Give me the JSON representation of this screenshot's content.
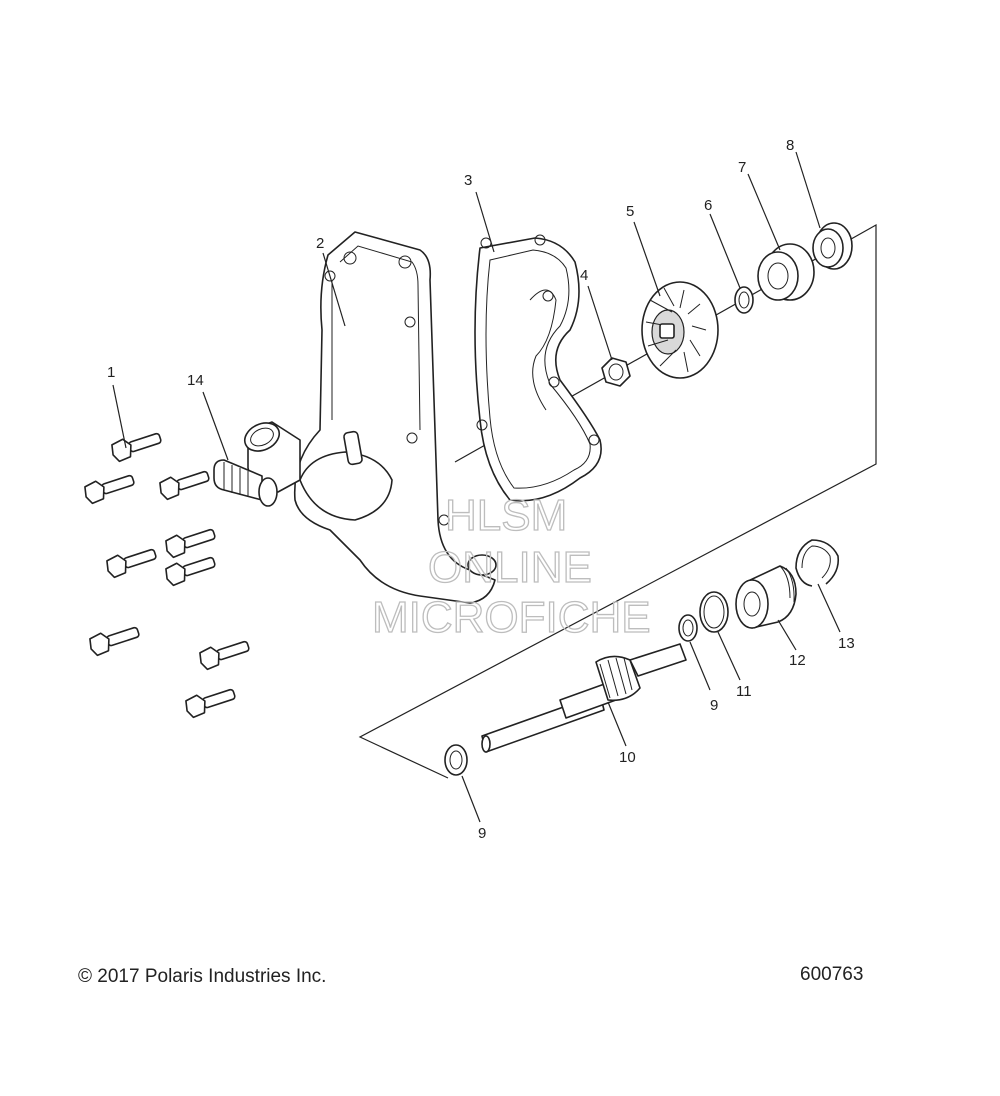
{
  "callouts": [
    "1",
    "2",
    "3",
    "4",
    "5",
    "6",
    "7",
    "8",
    "9",
    "10",
    "9",
    "11",
    "12",
    "13",
    "14"
  ],
  "watermark": [
    "HLSM",
    "ONLINE",
    "MICROFICHE"
  ],
  "footer": {
    "copyright": "© 2017 Polaris Industries Inc.",
    "drawing_number": "600763"
  }
}
